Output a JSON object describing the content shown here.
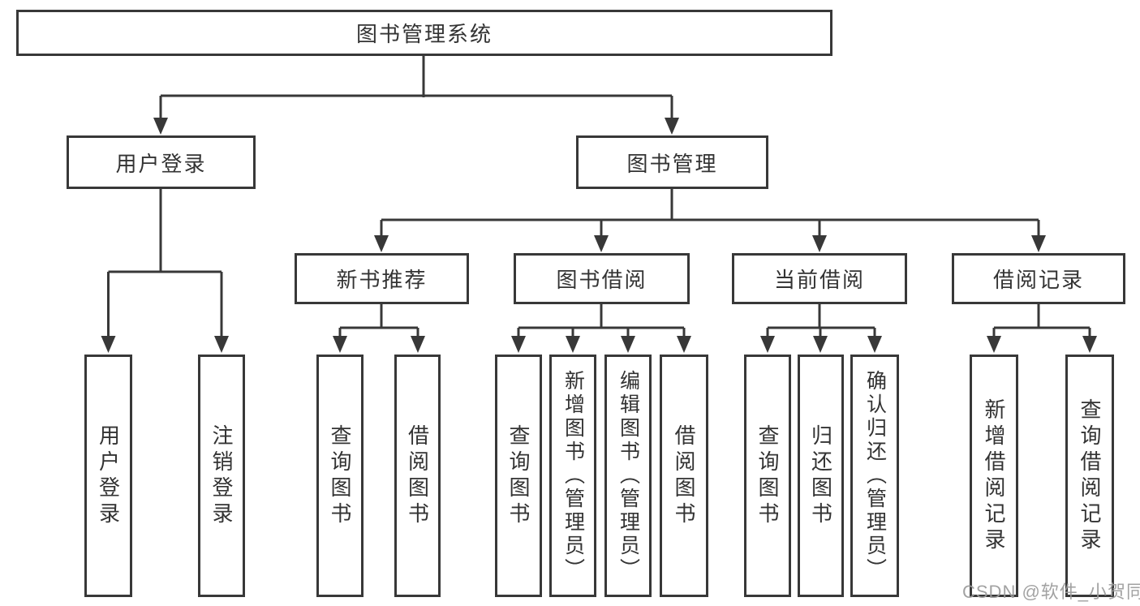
{
  "colors": {
    "line": "#383838",
    "box_border": "#383838",
    "text": "#333333",
    "watermark": "#9b9b9b",
    "background": "#ffffff"
  },
  "watermark": {
    "text": "CSDN @软件_小贺同学"
  },
  "diagram": {
    "root": {
      "label": "图书管理系统"
    },
    "branches": [
      {
        "label": "用户登录",
        "children": [
          {
            "label": "用户登录"
          },
          {
            "label": "注销登录"
          }
        ]
      },
      {
        "label": "图书管理",
        "children": [
          {
            "label": "新书推荐",
            "children": [
              {
                "label": "查询图书"
              },
              {
                "label": "借阅图书"
              }
            ]
          },
          {
            "label": "图书借阅",
            "children": [
              {
                "label": "查询图书"
              },
              {
                "label": "新增图书（管理员）"
              },
              {
                "label": "编辑图书（管理员）"
              },
              {
                "label": "借阅图书"
              }
            ]
          },
          {
            "label": "当前借阅",
            "children": [
              {
                "label": "查询图书"
              },
              {
                "label": "归还图书"
              },
              {
                "label": "确认归还（管理员）"
              }
            ]
          },
          {
            "label": "借阅记录",
            "children": [
              {
                "label": "新增借阅记录"
              },
              {
                "label": "查询借阅记录"
              }
            ]
          }
        ]
      }
    ]
  }
}
